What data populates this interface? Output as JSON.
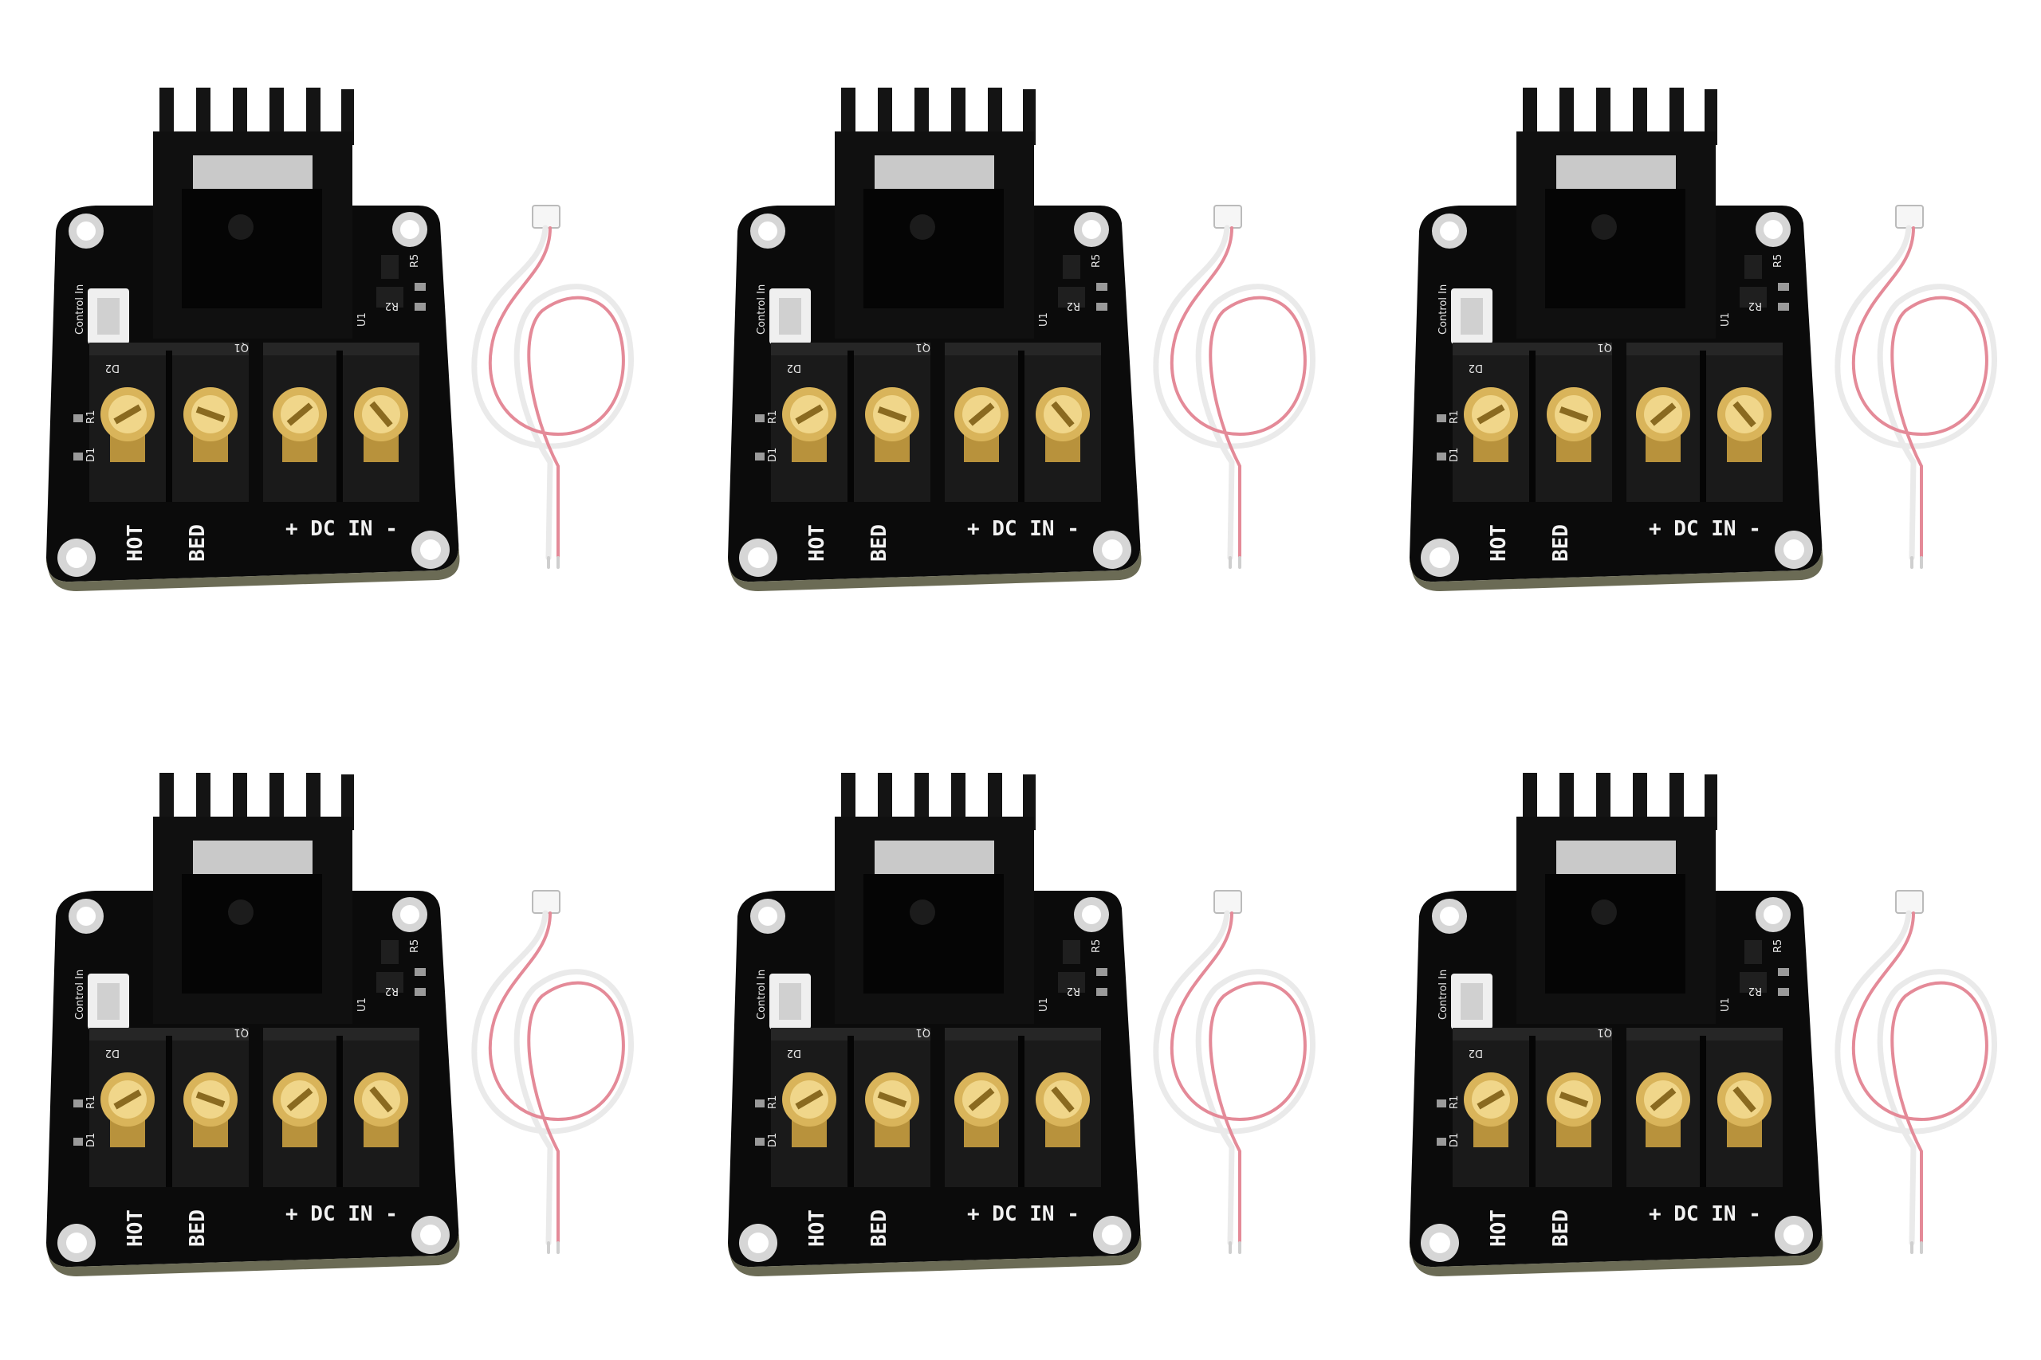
{
  "scene": {
    "description_visible": false,
    "modules": [
      {
        "label_hot": "HOT",
        "label_bed": "BED",
        "label_dc": "+ DC IN -",
        "label_control": "Control In",
        "label_q1": "Q1",
        "label_u1": "U1",
        "label_d1": "D1",
        "label_d2": "D2",
        "label_r1": "R1",
        "label_r2": "R2",
        "label_r5": "R5"
      },
      {
        "label_hot": "HOT",
        "label_bed": "BED",
        "label_dc": "+ DC IN -",
        "label_control": "Control In",
        "label_q1": "Q1",
        "label_u1": "U1",
        "label_d1": "D1",
        "label_d2": "D2",
        "label_r1": "R1",
        "label_r2": "R2",
        "label_r5": "R5"
      },
      {
        "label_hot": "HOT",
        "label_bed": "BED",
        "label_dc": "+ DC IN -",
        "label_control": "Control In",
        "label_q1": "Q1",
        "label_u1": "U1",
        "label_d1": "D1",
        "label_d2": "D2",
        "label_r1": "R1",
        "label_r2": "R2",
        "label_r5": "R5"
      },
      {
        "label_hot": "HOT",
        "label_bed": "BED",
        "label_dc": "+ DC IN -",
        "label_control": "Control In",
        "label_q1": "Q1",
        "label_u1": "U1",
        "label_d1": "D1",
        "label_d2": "D2",
        "label_r1": "R1",
        "label_r2": "R2",
        "label_r5": "R5"
      },
      {
        "label_hot": "HOT",
        "label_bed": "BED",
        "label_dc": "+ DC IN -",
        "label_control": "Control In",
        "label_q1": "Q1",
        "label_u1": "U1",
        "label_d1": "D1",
        "label_d2": "D2",
        "label_r1": "R1",
        "label_r2": "R2",
        "label_r5": "R5"
      },
      {
        "label_hot": "HOT",
        "label_bed": "BED",
        "label_dc": "+ DC IN -",
        "label_control": "Control In",
        "label_q1": "Q1",
        "label_u1": "U1",
        "label_d1": "D1",
        "label_d2": "D2",
        "label_r1": "R1",
        "label_r2": "R2",
        "label_r5": "R5"
      }
    ]
  },
  "colors": {
    "background": "#ffffff",
    "pcb": "#0b0b0b",
    "heatsink": "#101010",
    "terminal_block": "#1a1a1a",
    "screw_brass": "#d9b45a",
    "mount_ring": "#c8c8c8",
    "wire": "#f4f4f4",
    "wire_stripe": "#e06a7a"
  }
}
